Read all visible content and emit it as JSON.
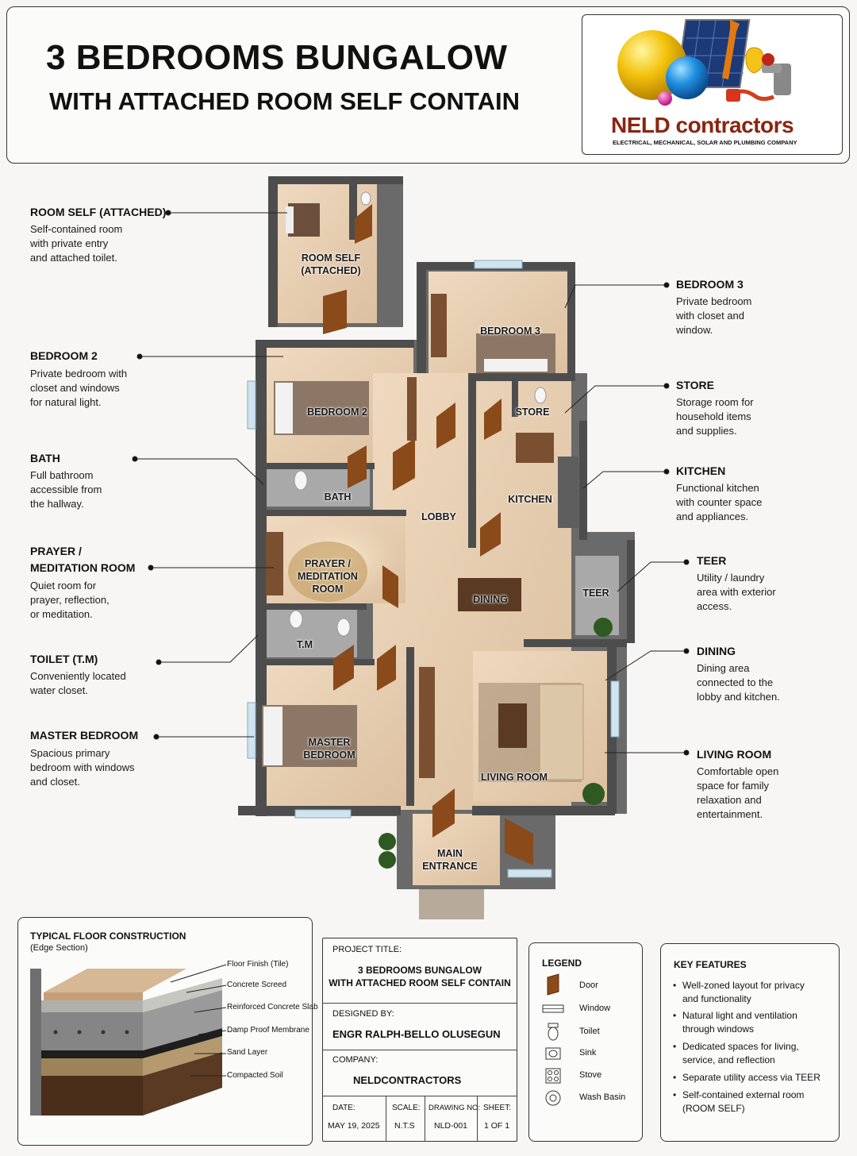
{
  "header": {
    "title_line1": "3 BEDROOMS BUNGALOW",
    "title_line2": "WITH ATTACHED ROOM SELF CONTAIN",
    "logo_name": "NELD contractors",
    "logo_tagline": "ELECTRICAL, MECHANICAL, SOLAR AND PLUMBING COMPANY"
  },
  "callouts": {
    "room_self": {
      "title": "ROOM SELF (ATTACHED)",
      "desc": [
        "Self-contained room",
        "with private entry",
        "and attached toilet."
      ]
    },
    "bedroom2": {
      "title": "BEDROOM 2",
      "desc": [
        "Private bedroom with",
        "closet and windows",
        "for natural light."
      ]
    },
    "bath": {
      "title": "BATH",
      "desc": [
        "Full bathroom",
        "accessible from",
        "the hallway."
      ]
    },
    "prayer": {
      "title": [
        "PRAYER /",
        "MEDITATION ROOM"
      ],
      "desc": [
        "Quiet room for",
        "prayer, reflection,",
        "or meditation."
      ]
    },
    "toilet": {
      "title": "TOILET (T.M)",
      "desc": [
        "Conveniently located",
        "water closet."
      ]
    },
    "master": {
      "title": "MASTER BEDROOM",
      "desc": [
        "Spacious primary",
        "bedroom with windows",
        "and closet."
      ]
    },
    "bedroom3": {
      "title": "BEDROOM 3",
      "desc": [
        "Private bedroom",
        "with closet and",
        "window."
      ]
    },
    "store": {
      "title": "STORE",
      "desc": [
        "Storage room for",
        "household items",
        "and supplies."
      ]
    },
    "kitchen": {
      "title": "KITCHEN",
      "desc": [
        "Functional kitchen",
        "with counter space",
        "and appliances."
      ]
    },
    "teer": {
      "title": "TEER",
      "desc": [
        "Utility / laundry",
        "area with exterior",
        "access."
      ]
    },
    "dining": {
      "title": "DINING",
      "desc": [
        "Dining area",
        "connected to the",
        "lobby and kitchen."
      ]
    },
    "living": {
      "title": "LIVING ROOM",
      "desc": [
        "Comfortable open",
        "space for family",
        "relaxation and",
        "entertainment."
      ]
    }
  },
  "plan_labels": {
    "room_self": [
      "ROOM SELF",
      "(ATTACHED)"
    ],
    "bedroom3": "BEDROOM 3",
    "bedroom2": "BEDROOM 2",
    "store": "STORE",
    "bath": "BATH",
    "kitchen": "KITCHEN",
    "lobby": "LOBBY",
    "prayer": [
      "PRAYER /",
      "MEDITATION",
      "ROOM"
    ],
    "dining": "DINING",
    "teer": "TEER",
    "tm": "T.M",
    "master": [
      "MASTER",
      "BEDROOM"
    ],
    "living": "LIVING ROOM",
    "entrance": [
      "MAIN",
      "ENTRANCE"
    ]
  },
  "construction": {
    "title": "TYPICAL FLOOR CONSTRUCTION",
    "subtitle": "(Edge Section)",
    "layers": [
      "Floor Finish (Tile)",
      "Concrete Screed",
      "Reinforced Concrete Slab",
      "Damp Proof Membrane",
      "Sand Layer",
      "Compacted Soil"
    ]
  },
  "title_block": {
    "project_label": "PROJECT TITLE:",
    "project_line1": "3 BEDROOMS BUNGALOW",
    "project_line2": "WITH ATTACHED ROOM SELF CONTAIN",
    "designed_label": "DESIGNED BY:",
    "designer": "ENGR RALPH-BELLO OLUSEGUN",
    "company_label": "COMPANY:",
    "company": "NELDCONTRACTORS",
    "date_label": "DATE:",
    "date": "MAY 19, 2025",
    "scale_label": "SCALE:",
    "scale": "N.T.S",
    "drawing_label": "DRAWING NO:",
    "drawing": "NLD-001",
    "sheet_label": "SHEET:",
    "sheet": "1 OF 1"
  },
  "legend": {
    "title": "LEGEND",
    "items": [
      {
        "icon": "door-icon",
        "label": "Door"
      },
      {
        "icon": "window-icon",
        "label": "Window"
      },
      {
        "icon": "toilet-icon",
        "label": "Toilet"
      },
      {
        "icon": "sink-icon",
        "label": "Sink"
      },
      {
        "icon": "stove-icon",
        "label": "Stove"
      },
      {
        "icon": "wash-basin-icon",
        "label": "Wash Basin"
      }
    ]
  },
  "features": {
    "title": "KEY FEATURES",
    "items": [
      [
        "Well-zoned layout for privacy",
        "and functionality"
      ],
      [
        "Natural light and ventilation",
        "through windows"
      ],
      [
        "Dedicated spaces for living,",
        "service, and reflection"
      ],
      [
        "Separate utility access via TEER"
      ],
      [
        "Self-contained external room",
        "(ROOM SELF)"
      ]
    ]
  }
}
